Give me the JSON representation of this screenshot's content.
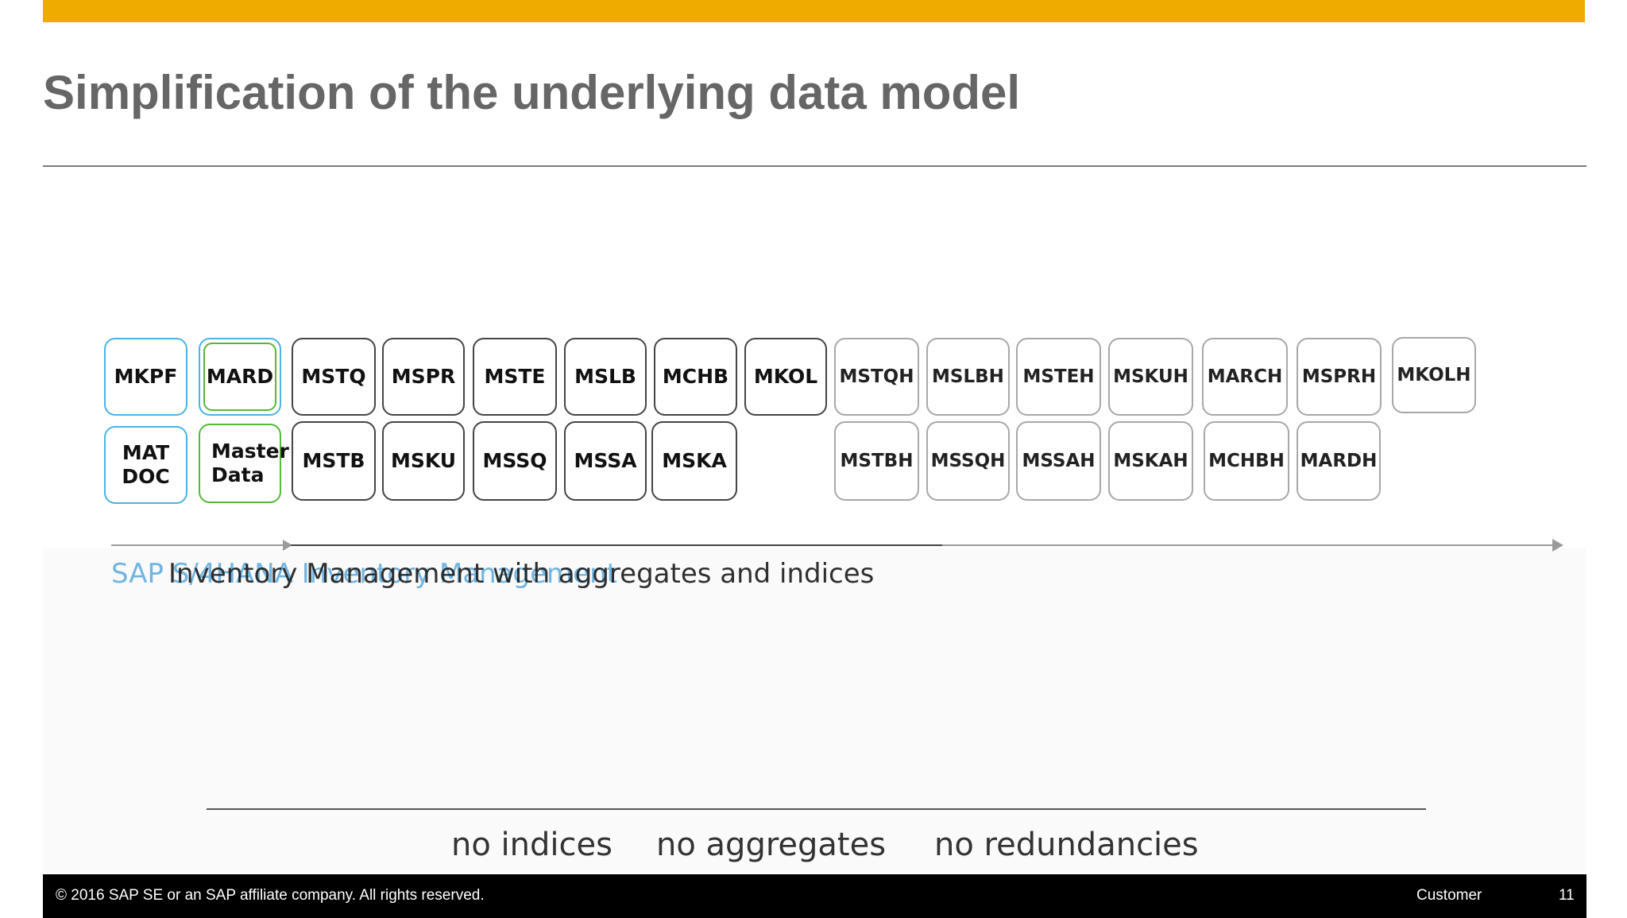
{
  "slide": {
    "title": "Simplification of the underlying data model",
    "colors": {
      "accent_bar": "#f0ab00",
      "blue_box": "#4bb3e6",
      "green_box": "#56b83a",
      "footer_bg": "#000000"
    }
  },
  "boxes": {
    "mkpf": "MKPF",
    "mard": "MARD",
    "mat_doc_line1": "MAT",
    "mat_doc_line2": "DOC",
    "master_data_line1": "Master",
    "master_data_line2": "Data",
    "row1_dark": [
      "MSTQ",
      "MSPR",
      "MSTE",
      "MSLB",
      "MCHB",
      "MKOL"
    ],
    "row2_dark": [
      "MSTB",
      "MSKU",
      "MSSQ",
      "MSSA",
      "MSKA"
    ],
    "row1_light": [
      "MSTQH",
      "MSLBH",
      "MSTEH",
      "MSKUH",
      "MARCH",
      "MSPRH",
      "MKOLH"
    ],
    "row2_light": [
      "MSTBH",
      "MSSQH",
      "MSSAH",
      "MSKAH",
      "MCHBH",
      "MARDH"
    ]
  },
  "labels": {
    "sap_hana_inventory": "SAP S/4HANA Inventory Management",
    "inventory_aggregates": "Inventory Management with aggregates and indices"
  },
  "bottom": {
    "no_indices": "no indices",
    "no_aggregates": "no aggregates",
    "no_redundancies": "no redundancies"
  },
  "footer": {
    "copyright": "© 2016 SAP SE or an SAP affiliate company. All rights reserved.",
    "classification": "Customer",
    "page_number": "11"
  }
}
